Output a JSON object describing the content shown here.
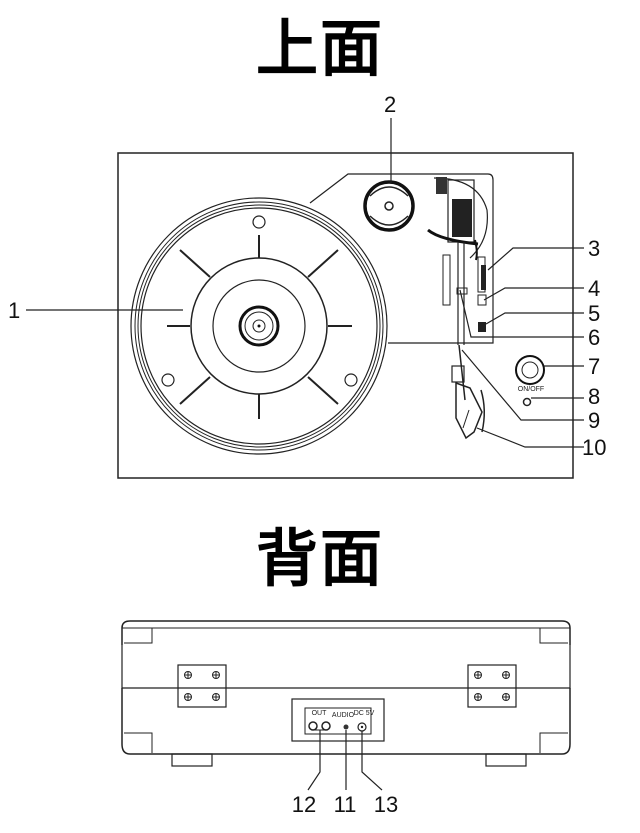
{
  "titles": {
    "top_view": "上面",
    "rear_view": "背面"
  },
  "top_view": {
    "callouts": [
      {
        "number": "1",
        "part": "turntable-platter"
      },
      {
        "number": "2",
        "part": "45-rpm-adapter"
      },
      {
        "number": "3",
        "part": "tonearm-lift-lever"
      },
      {
        "number": "4",
        "part": "tonearm-rest"
      },
      {
        "number": "5",
        "part": "speed-selector"
      },
      {
        "number": "6",
        "part": "tonearm-lock"
      },
      {
        "number": "7",
        "part": "power-switch"
      },
      {
        "number": "8",
        "part": "power-indicator"
      },
      {
        "number": "9",
        "part": "tonearm"
      },
      {
        "number": "10",
        "part": "cartridge-headshell"
      }
    ],
    "power_label": "ON/OFF"
  },
  "rear_view": {
    "callouts": [
      {
        "number": "12",
        "part": "line-out-rca"
      },
      {
        "number": "11",
        "part": "audio-jack"
      },
      {
        "number": "13",
        "part": "dc-input"
      }
    ],
    "panel_labels": {
      "out": "OUT",
      "audio": "AUDIO",
      "dc": "DC 5V"
    }
  },
  "colors": {
    "line": "#222222",
    "background": "#ffffff"
  }
}
